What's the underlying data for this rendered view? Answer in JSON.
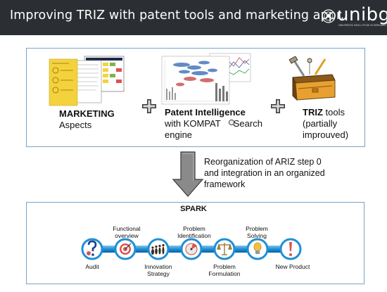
{
  "header": {
    "title": "Improving TRIZ with patent tools and marketing appr.",
    "logo_text": "unibg",
    "logo_sub": "UNIVERSITÀ DEGLI STUDI DI BERGAMO"
  },
  "top_panel": {
    "marketing": {
      "bold": "MARKETING",
      "rest": "Aspects"
    },
    "patent": {
      "bold": "Patent Intelligence",
      "line2": "with KOMPAT",
      "line2b": "Search",
      "line3": "engine"
    },
    "triz": {
      "bold": "TRIZ",
      "rest": " tools",
      "line2": "(partially",
      "line3": "improuved)"
    }
  },
  "transition": {
    "line1": "Reorganization of ARIZ step 0",
    "line2": "and integration in an organized",
    "line3": "framework"
  },
  "spark": {
    "title": "SPARK",
    "steps_above": [
      {
        "line1": "Functional",
        "line2": "overview"
      },
      {
        "line1": "Problem",
        "line2": "Identification"
      },
      {
        "line1": "Problem",
        "line2": "Solving"
      }
    ],
    "steps_below": [
      {
        "line1": "Audit",
        "line2": ""
      },
      {
        "line1": "Innovation",
        "line2": "Strategy"
      },
      {
        "line1": "Problem",
        "line2": "Formulation"
      },
      {
        "line1": "New Product",
        "line2": ""
      }
    ]
  },
  "colors": {
    "header_bg": "#2b2f33",
    "panel_border": "#7aa3c8",
    "pipe_blue": "#1f8fd6",
    "circle_stroke": "#1f8fd6",
    "arrow_gray": "#8a8a8a"
  },
  "icons": [
    "plus-icon",
    "down-arrow-icon",
    "toolbox-icon",
    "chart-thumbnail",
    "document-thumbnail",
    "magnifier-icon",
    "question-mark-icon",
    "target-icon",
    "evolution-icon",
    "radar-icon",
    "balance-scale-icon",
    "lightbulb-icon",
    "exclamation-icon"
  ]
}
